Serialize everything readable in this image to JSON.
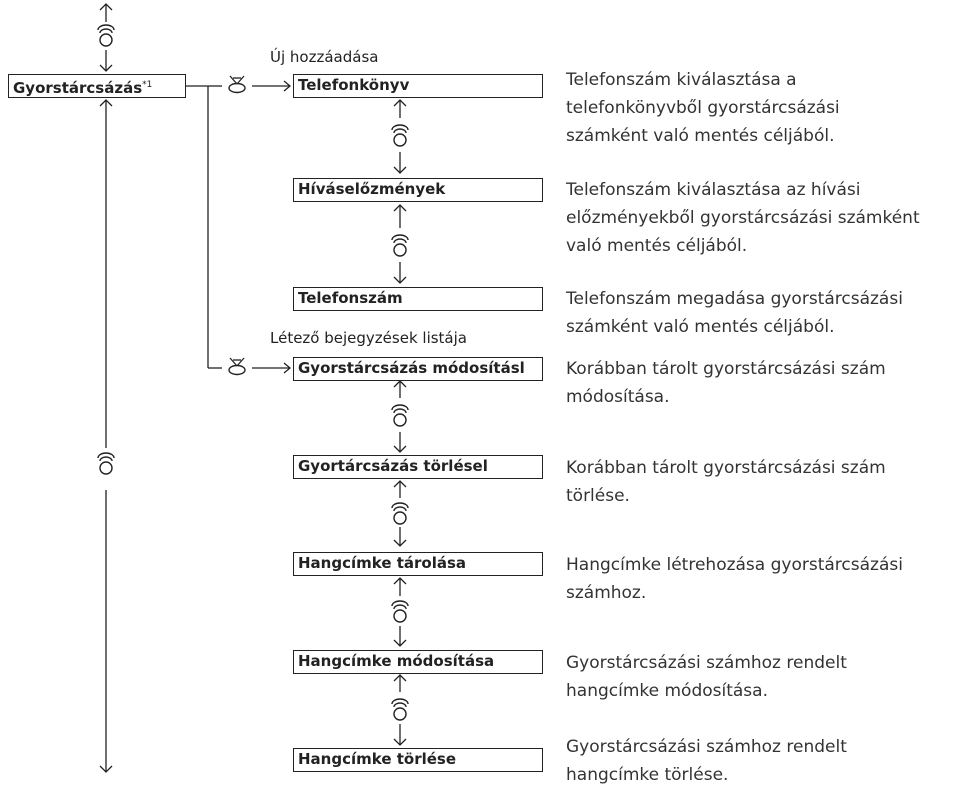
{
  "root": {
    "label": "Gyorstárcsázás",
    "footnote": "*1"
  },
  "groups": [
    {
      "heading": "Új hozzáadása"
    },
    {
      "heading": "Létező bejegyzések listája"
    }
  ],
  "items": [
    {
      "label": "Telefonkönyv",
      "desc": [
        "Telefonszám kiválasztása a",
        "telefonkönyvből gyorstárcsázási",
        "számként való mentés céljából."
      ]
    },
    {
      "label": "Híváselőzmények",
      "desc": [
        "Telefonszám kiválasztása az hívási",
        "előzményekből gyorstárcsázási számként",
        "való mentés céljából."
      ]
    },
    {
      "label": "Telefonszám",
      "desc": [
        "Telefonszám megadása gyorstárcsázási",
        "számként való mentés céljából."
      ]
    },
    {
      "label": "Gyorstárcsázás módosításl",
      "desc": [
        "Korábban tárolt gyorstárcsázási szám",
        "módosítása."
      ]
    },
    {
      "label": "Gyortárcsázás törlésel",
      "desc": [
        "Korábban tárolt gyorstárcsázási szám",
        "törlése."
      ]
    },
    {
      "label": "Hangcímke tárolása",
      "desc": [
        "Hangcímke létrehozása gyorstárcsázási",
        "számhoz."
      ]
    },
    {
      "label": "Hangcímke módosítása",
      "desc": [
        "Gyorstárcsázási számhoz rendelt",
        "hangcímke módosítása."
      ]
    },
    {
      "label": "Hangcímke törlése",
      "desc": [
        "Gyorstárcsázási számhoz rendelt",
        "hangcímke törlése."
      ]
    }
  ],
  "icons": {
    "rotate": "rotary-knob-icon",
    "press": "press-knob-icon"
  }
}
